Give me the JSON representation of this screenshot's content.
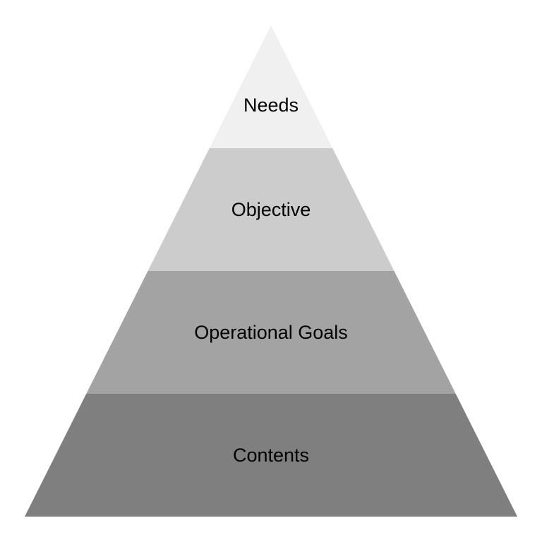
{
  "pyramid": {
    "tiers": [
      {
        "label": "Needs",
        "color": "#f0f0f0"
      },
      {
        "label": "Objective",
        "color": "#cccccc"
      },
      {
        "label": "Operational Goals",
        "color": "#a3a3a3"
      },
      {
        "label": "Contents",
        "color": "#7f7f7f"
      }
    ]
  }
}
